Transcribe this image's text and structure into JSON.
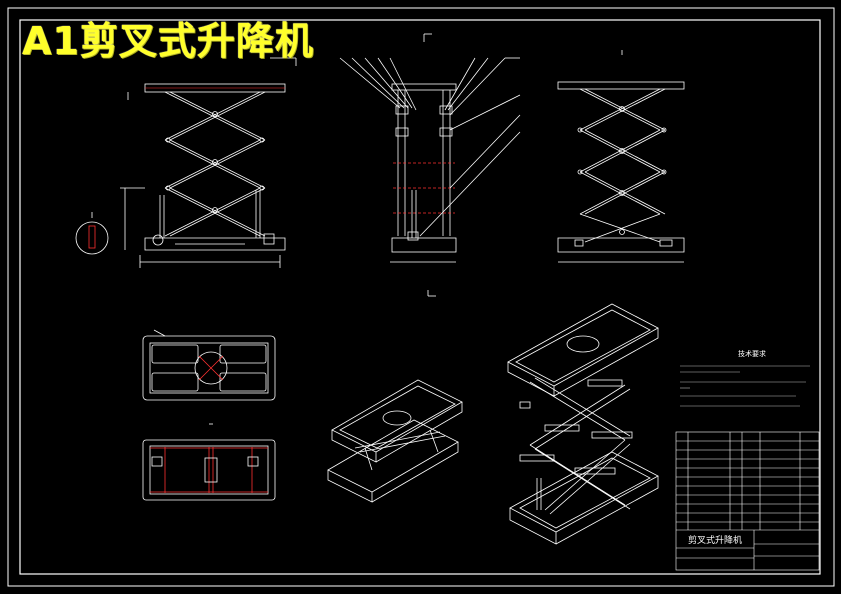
{
  "drawing": {
    "title": "A1剪叉式升降机",
    "title_color": "#ffff2a",
    "line_color": "#ffffff",
    "accent_color": "#ff3030",
    "background": "#000000"
  },
  "tech_requirements": {
    "heading": "技术要求"
  },
  "title_block": {
    "name": "剪叉式升降机"
  }
}
